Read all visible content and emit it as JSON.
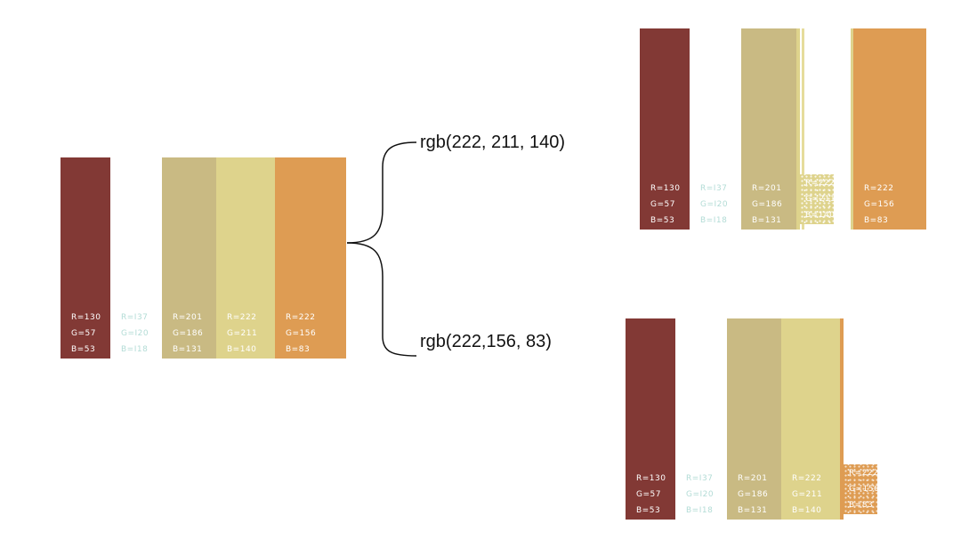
{
  "colors": {
    "dark_red": "#823935",
    "light_teal": "#b3dcd6",
    "khaki": "#c9ba83",
    "pale_yellow": "#ded38c",
    "orange": "#de9c53"
  },
  "original_palette": {
    "swatches": [
      {
        "key": "dark_red",
        "lines": [
          "R=130",
          "G=57",
          "B=53"
        ]
      },
      {
        "key": "light_teal",
        "lines": [
          "R=I37",
          "G=I20",
          "B=I18"
        ]
      },
      {
        "key": "khaki",
        "lines": [
          "R=201",
          "G=186",
          "B=131"
        ]
      },
      {
        "key": "pale_yellow",
        "lines": [
          "R=222",
          "G=211",
          "B=140"
        ]
      },
      {
        "key": "orange",
        "lines": [
          "R=222",
          "G=156",
          "B=83"
        ]
      }
    ]
  },
  "callouts": {
    "top": "rgb(222, 211, 140)",
    "bottom": "rgb(222,156, 83)"
  },
  "variant_top": {
    "swatches": [
      {
        "key": "dark_red",
        "lines": [
          "R=130",
          "G=57",
          "B=53"
        ]
      },
      {
        "key": "light_teal",
        "lines": [
          "R=I37",
          "G=I20",
          "B=I18"
        ]
      },
      {
        "key": "khaki",
        "lines": [
          "R=201",
          "G=186",
          "B=131"
        ]
      },
      {
        "key": "pale_yellow",
        "lines": [
          "R=222",
          "G=211",
          "B=140"
        ]
      },
      {
        "key": "orange",
        "lines": [
          "R=222",
          "G=156",
          "B=83"
        ]
      }
    ]
  },
  "variant_bottom": {
    "swatches": [
      {
        "key": "dark_red",
        "lines": [
          "R=130",
          "G=57",
          "B=53"
        ]
      },
      {
        "key": "light_teal",
        "lines": [
          "R=I37",
          "G=I20",
          "B=I18"
        ]
      },
      {
        "key": "khaki",
        "lines": [
          "R=201",
          "G=186",
          "B=131"
        ]
      },
      {
        "key": "pale_yellow",
        "lines": [
          "R=222",
          "G=211",
          "B=140"
        ]
      },
      {
        "key": "orange",
        "lines": [
          "R=222",
          "G=156",
          "B=83"
        ]
      }
    ]
  }
}
